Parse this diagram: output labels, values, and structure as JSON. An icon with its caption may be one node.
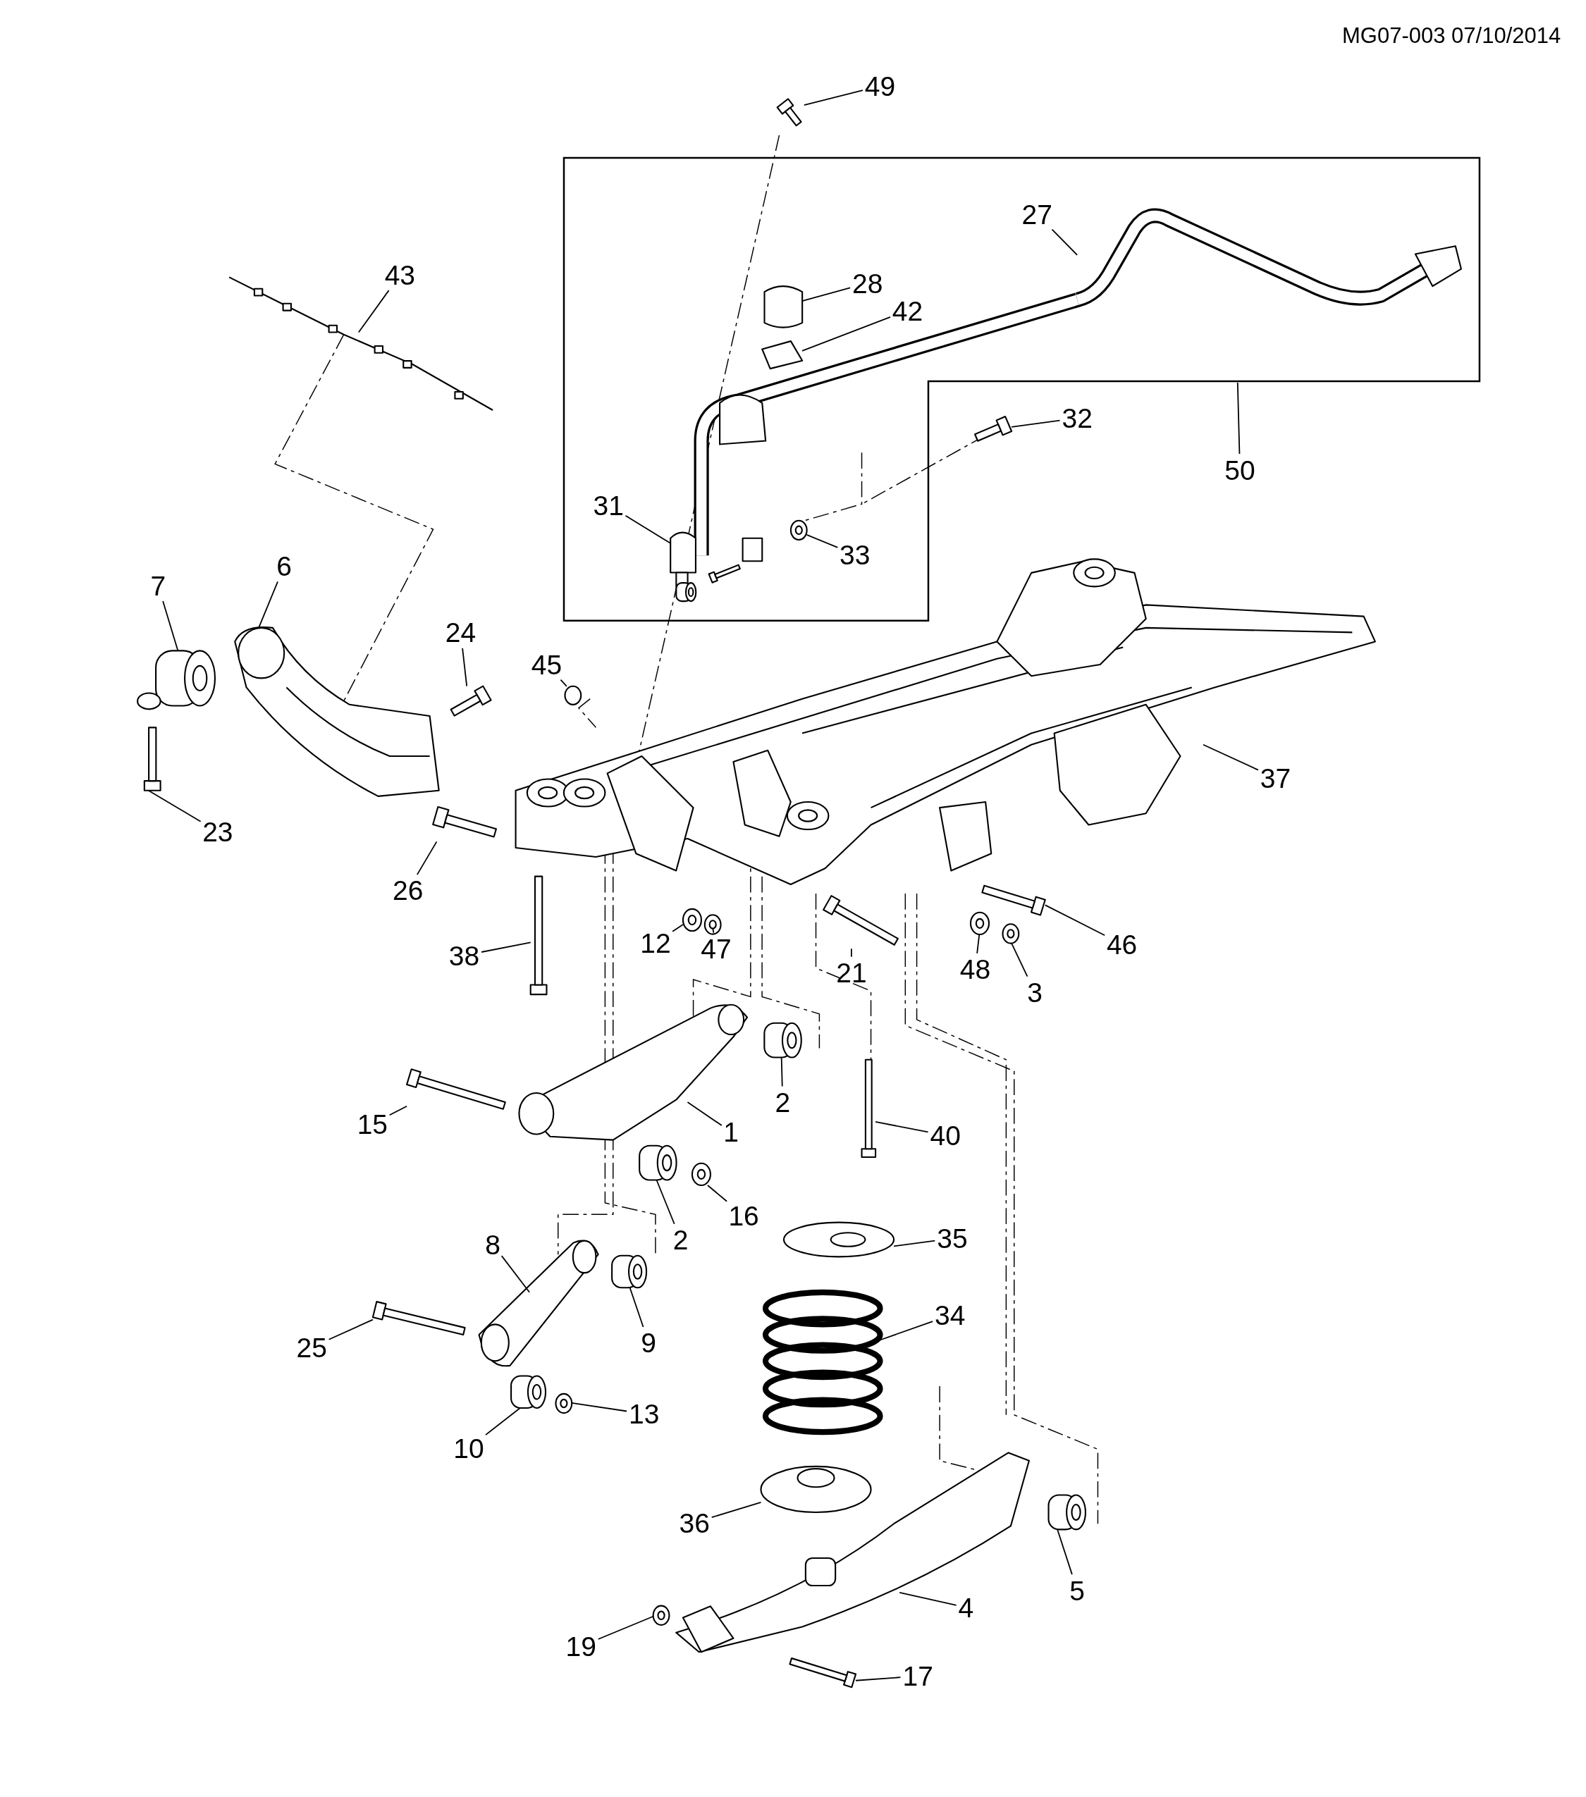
{
  "diagram": {
    "nodes": [
      {
        "text": [
          "49"
        ]
      },
      {
        "text": [],
        "shape": "box"
      },
      {
        "text": [
          "27"
        ],
        "in": 1
      },
      {
        "text": [
          "28"
        ],
        "in": 1
      },
      {
        "text": [
          "42"
        ],
        "in": 1
      },
      {
        "text": [
          "31"
        ],
        "in": 1
      },
      {
        "text": [
          "33"
        ],
        "in": 1
      },
      {
        "text": [
          "50"
        ]
      },
      {
        "text": [
          "32"
        ]
      },
      {
        "text": [
          "43"
        ]
      },
      {
        "text": [
          "7"
        ]
      },
      {
        "text": [
          "6"
        ]
      },
      {
        "text": [
          "24"
        ]
      },
      {
        "text": [
          "45"
        ]
      },
      {
        "text": [
          "23"
        ]
      },
      {
        "text": [
          "37"
        ]
      },
      {
        "text": [
          "26"
        ]
      },
      {
        "text": [
          "12"
        ]
      },
      {
        "text": [
          "47"
        ]
      },
      {
        "text": [
          "38"
        ]
      },
      {
        "text": [
          "21"
        ]
      },
      {
        "text": [
          "48"
        ]
      },
      {
        "text": [
          "46"
        ]
      },
      {
        "text": [
          "3"
        ]
      },
      {
        "text": [
          "2"
        ]
      },
      {
        "text": [
          "1"
        ]
      },
      {
        "text": [
          "15"
        ]
      },
      {
        "text": [
          "40"
        ]
      },
      {
        "text": [
          "16"
        ]
      },
      {
        "text": [
          "2"
        ]
      },
      {
        "text": [
          "35"
        ]
      },
      {
        "text": [
          "8"
        ]
      },
      {
        "text": [
          "9"
        ]
      },
      {
        "text": [
          "34"
        ]
      },
      {
        "text": [
          "25"
        ]
      },
      {
        "text": [
          "13"
        ]
      },
      {
        "text": [
          "10"
        ]
      },
      {
        "text": [
          "36"
        ]
      },
      {
        "text": [
          "5"
        ]
      },
      {
        "text": [
          "4"
        ]
      },
      {
        "text": [
          "19"
        ]
      },
      {
        "text": [
          "17"
        ]
      },
      {
        "text": [],
        "shape": "bolt"
      },
      {
        "text": [],
        "shape": "picture",
        "in": 1
      },
      {
        "text": [],
        "shape": "bushing",
        "in": 1
      },
      {
        "text": [],
        "shape": "pad",
        "in": 1
      },
      {
        "text": [],
        "shape": "picture",
        "in": 1
      },
      {
        "text": [],
        "shape": "nut",
        "in": 1
      },
      {
        "text": [],
        "shape": "bolt"
      },
      {
        "text": [],
        "shape": "picture"
      },
      {
        "text": [],
        "shape": "bushing"
      },
      {
        "text": [],
        "shape": "picture"
      },
      {
        "text": [],
        "shape": "bolt"
      },
      {
        "text": [],
        "shape": "nut"
      },
      {
        "text": [],
        "shape": "bolt"
      },
      {
        "text": [],
        "shape": "picture"
      },
      {
        "text": [],
        "shape": "bolt"
      },
      {
        "text": [],
        "shape": "washer"
      },
      {
        "text": [],
        "shape": "nut"
      },
      {
        "text": [],
        "shape": "bolt"
      },
      {
        "text": [],
        "shape": "bolt"
      },
      {
        "text": [],
        "shape": "washer"
      },
      {
        "text": [],
        "shape": "bolt"
      },
      {
        "text": [],
        "shape": "nut"
      },
      {
        "text": [],
        "shape": "bushing"
      },
      {
        "text": [],
        "shape": "picture"
      },
      {
        "text": [],
        "shape": "bolt"
      },
      {
        "text": [],
        "shape": "bolt"
      },
      {
        "text": [],
        "shape": "nut"
      },
      {
        "text": [],
        "shape": "bushing"
      },
      {
        "text": [],
        "shape": "disc"
      },
      {
        "text": [],
        "shape": "picture"
      },
      {
        "text": [],
        "shape": "bushing"
      },
      {
        "text": [],
        "shape": "spring"
      },
      {
        "text": [],
        "shape": "bolt"
      },
      {
        "text": [],
        "shape": "nut"
      },
      {
        "text": [],
        "shape": "bushing"
      },
      {
        "text": [],
        "shape": "disc"
      },
      {
        "text": [],
        "shape": "bushing"
      },
      {
        "text": [],
        "shape": "picture"
      },
      {
        "text": [],
        "shape": "nut"
      },
      {
        "text": [],
        "shape": "bolt"
      }
    ],
    "edges": [
      {
        "from": 0,
        "to": 42,
        "arrow": "none"
      },
      {
        "from": 2,
        "to": 43,
        "arrow": "none"
      },
      {
        "from": 3,
        "to": 44,
        "arrow": "none"
      },
      {
        "from": 4,
        "to": 45,
        "arrow": "none"
      },
      {
        "from": 5,
        "to": 46,
        "arrow": "none"
      },
      {
        "from": 6,
        "to": 47,
        "arrow": "none"
      },
      {
        "from": 7,
        "to": 1,
        "arrow": "none"
      },
      {
        "from": 8,
        "to": 48,
        "arrow": "none"
      },
      {
        "from": 9,
        "to": 49,
        "arrow": "none"
      },
      {
        "from": 10,
        "to": 50,
        "arrow": "none"
      },
      {
        "from": 11,
        "to": 51,
        "arrow": "none"
      },
      {
        "from": 12,
        "to": 52,
        "arrow": "none"
      },
      {
        "from": 13,
        "to": 53,
        "arrow": "none"
      },
      {
        "from": 14,
        "to": 54,
        "arrow": "none"
      },
      {
        "from": 15,
        "to": 55,
        "arrow": "none"
      },
      {
        "from": 16,
        "to": 56,
        "arrow": "none"
      },
      {
        "from": 17,
        "to": 57,
        "arrow": "none"
      },
      {
        "from": 18,
        "to": 58,
        "arrow": "none"
      },
      {
        "from": 19,
        "to": 59,
        "arrow": "none"
      },
      {
        "from": 20,
        "to": 60,
        "arrow": "none"
      },
      {
        "from": 21,
        "to": 61,
        "arrow": "none"
      },
      {
        "from": 22,
        "to": 62,
        "arrow": "none"
      },
      {
        "from": 23,
        "to": 63,
        "arrow": "none"
      },
      {
        "from": 24,
        "to": 64,
        "arrow": "none"
      },
      {
        "from": 25,
        "to": 65,
        "arrow": "none"
      },
      {
        "from": 26,
        "to": 66,
        "arrow": "none"
      },
      {
        "from": 27,
        "to": 67,
        "arrow": "none"
      },
      {
        "from": 28,
        "to": 68,
        "arrow": "none"
      },
      {
        "from": 29,
        "to": 69,
        "arrow": "none"
      },
      {
        "from": 30,
        "to": 70,
        "arrow": "none"
      },
      {
        "from": 31,
        "to": 71,
        "arrow": "none"
      },
      {
        "from": 32,
        "to": 72,
        "arrow": "none"
      },
      {
        "from": 33,
        "to": 73,
        "arrow": "none"
      },
      {
        "from": 34,
        "to": 74,
        "arrow": "none"
      },
      {
        "from": 35,
        "to": 75,
        "arrow": "none"
      },
      {
        "from": 36,
        "to": 76,
        "arrow": "none"
      },
      {
        "from": 37,
        "to": 77,
        "arrow": "none"
      },
      {
        "from": 38,
        "to": 78,
        "arrow": "none"
      },
      {
        "from": 39,
        "to": 79,
        "arrow": "none"
      },
      {
        "from": 40,
        "to": 80,
        "arrow": "none"
      },
      {
        "from": 41,
        "to": 81,
        "arrow": "none"
      }
    ],
    "labels": [
      "MG07-003 07/10/2014"
    ]
  }
}
